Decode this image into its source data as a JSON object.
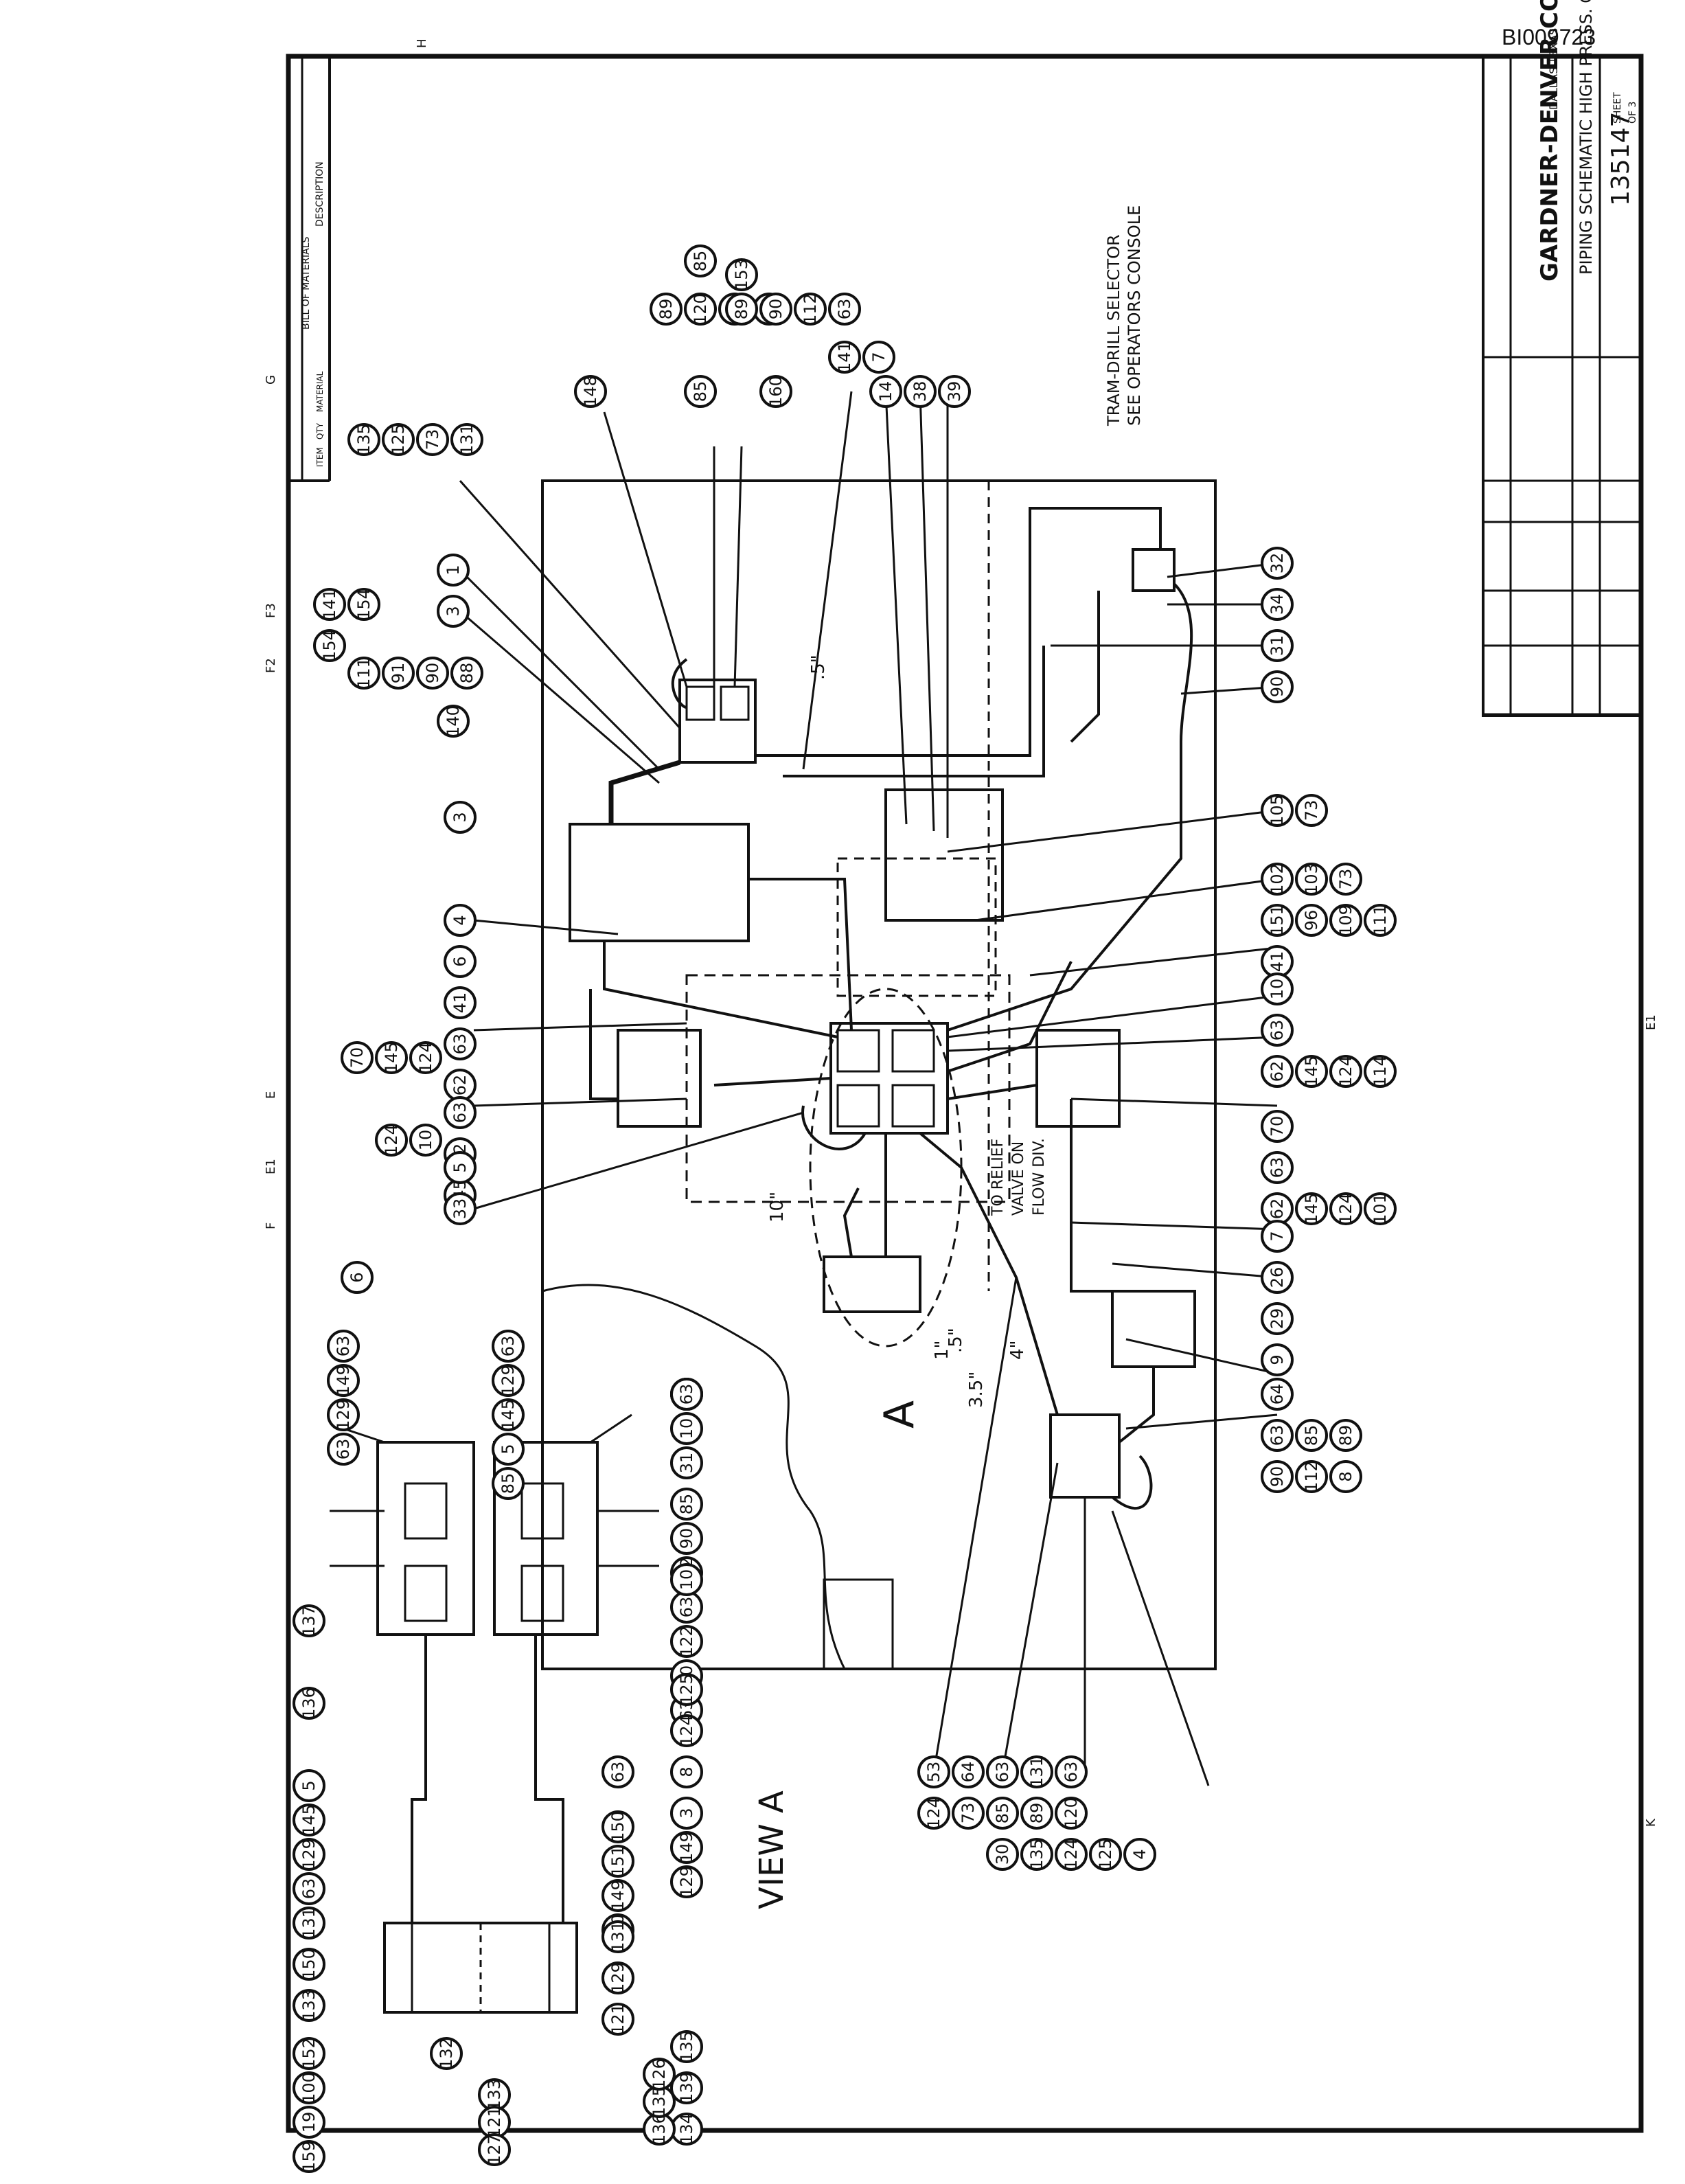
{
  "document_id": "BI009723",
  "title_block": {
    "company": "GARDNER-DENVER CO.",
    "location": "DALLAS TEXAS",
    "drawing_title": "PIPING SCHEMATIC HIGH PRESS. CIRCUIT",
    "drawing_number": "135147",
    "sheet": "SHEET",
    "of": "OF 3"
  },
  "bill_of_materials": {
    "header": "BILL OF MATERIALS",
    "col_description": "DESCRIPTION",
    "col_material": "MATERIAL",
    "col_qty": "QTY",
    "col_item": "ITEM"
  },
  "zone_markers": [
    "H",
    "G",
    "F",
    "E",
    "F2",
    "F3",
    "E1",
    "E1",
    "K"
  ],
  "labels": {
    "tram_selector": "TRAM-DRILL SELECTOR",
    "see_console": "SEE OPERATORS CONSOLE",
    "to_relief": "TO RELIEF",
    "valve_on": "VALVE ON",
    "flow_div": "FLOW DIV.",
    "view_a": "VIEW A",
    "section_a": "A",
    "dim_10": "10\"",
    "dim_5a": ".5\"",
    "dim_5b": ".5\"",
    "dim_4": "4\"",
    "dim_35": "3.5\"",
    "dim_1": "1\""
  },
  "bubbles": [
    "135",
    "125",
    "73",
    "131",
    "154",
    "141",
    "154",
    "111",
    "91",
    "90",
    "88",
    "140",
    "3",
    "1",
    "148",
    "85",
    "89",
    "120",
    "63",
    "30",
    "85",
    "89",
    "90",
    "112",
    "63",
    "153",
    "160",
    "141",
    "7",
    "14",
    "38",
    "39",
    "3",
    "4",
    "6",
    "41",
    "63",
    "62",
    "145",
    "124",
    "70",
    "63",
    "62",
    "145",
    "124",
    "10",
    "5",
    "33",
    "32",
    "34",
    "31",
    "90",
    "105",
    "73",
    "102",
    "103",
    "73",
    "151",
    "96",
    "109",
    "111",
    "41",
    "10",
    "63",
    "62",
    "145",
    "124",
    "114",
    "70",
    "63",
    "62",
    "145",
    "124",
    "101",
    "7",
    "26",
    "29",
    "9",
    "64",
    "63",
    "85",
    "89",
    "90",
    "112",
    "8",
    "53",
    "64",
    "63",
    "131",
    "63",
    "124",
    "73",
    "85",
    "89",
    "120",
    "30",
    "135",
    "124",
    "125",
    "4",
    "63",
    "149",
    "129",
    "63",
    "6",
    "63",
    "129",
    "145",
    "5",
    "85",
    "90",
    "112",
    "10",
    "63",
    "10",
    "31",
    "85",
    "90",
    "112",
    "63",
    "122",
    "10",
    "63",
    "137",
    "10",
    "136",
    "125",
    "124",
    "8",
    "3",
    "149",
    "129",
    "63",
    "5",
    "145",
    "129",
    "63",
    "150",
    "151",
    "149",
    "150",
    "131",
    "150",
    "131",
    "129",
    "121",
    "133",
    "152",
    "100",
    "19",
    "159",
    "132",
    "133",
    "121",
    "127",
    "135",
    "139",
    "134",
    "136",
    "135",
    "126"
  ]
}
